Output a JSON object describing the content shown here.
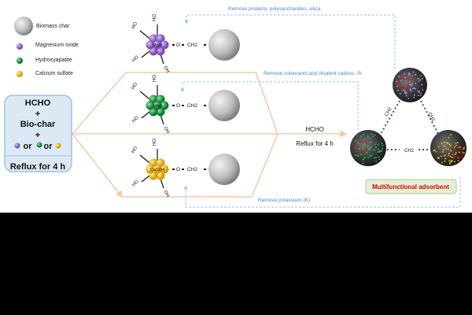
{
  "legend": {
    "biomass_char": "Biomass char",
    "magnesium_oxide": "Magnesium oxide",
    "hydroxyapatite": "Hydroxyapatite",
    "calcium_sulfate": "Calcium sulfate"
  },
  "reactants_box": {
    "line1": "HCHO",
    "plus1": "+",
    "line2": "Bio-char",
    "plus2": "+",
    "or1": "or",
    "or2": "or",
    "condition": "Reflux for 4 h"
  },
  "clusters": [
    {
      "label": "MgO",
      "color": "#9b6fd0"
    },
    {
      "label": "HAp",
      "color": "#1fa84a"
    },
    {
      "label": "CaSO4",
      "color": "#f0c000"
    }
  ],
  "groups": {
    "oh": "OH",
    "ho": "HO",
    "o": "O",
    "ch2": "CH2"
  },
  "removals": {
    "top": "Remove proteins, polysaccharides, silica",
    "middle": "Remove colourants and divalent cations, Si",
    "bottom": "Remove potassium (K)"
  },
  "reaction": {
    "reagent": "HCHO",
    "condition": "Reflux for 4 h"
  },
  "product": {
    "label": "Multifunctional adsorbent"
  },
  "colors": {
    "orange": "#f8c8a8",
    "blue_dash": "#9cc3e6",
    "red": "#e00000"
  }
}
